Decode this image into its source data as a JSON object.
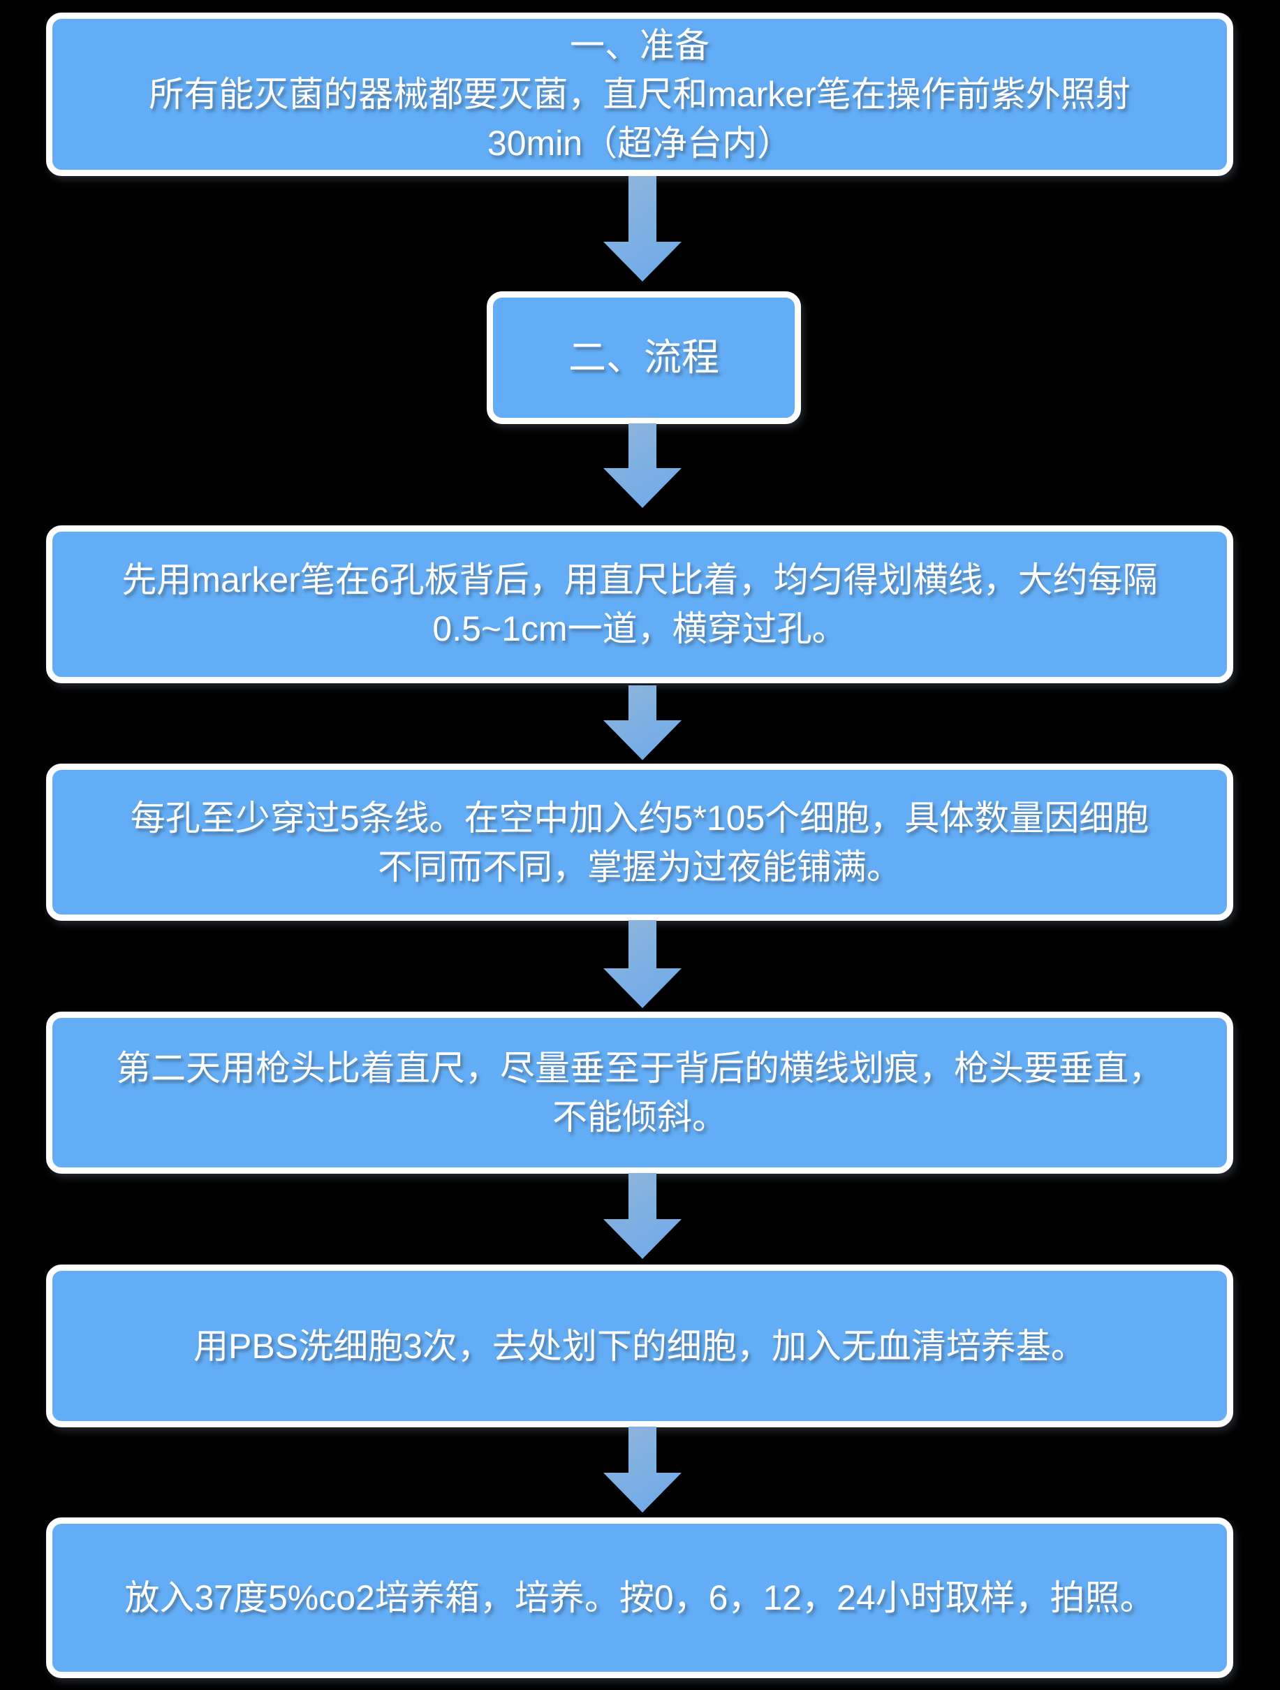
{
  "diagram": {
    "type": "flowchart",
    "background_color": "#000000",
    "box_fill_color": "#62adf5",
    "box_border_color": "#ffffff",
    "text_color": "#ffffff",
    "arrow_gradient_start": "#93b5da",
    "arrow_gradient_end": "#6fa9ea",
    "arrow_direction": "down",
    "steps": [
      {
        "name": "step-1-preparation",
        "lines": [
          "一、准备",
          "所有能灭菌的器械都要灭菌，直尺和marker笔在操作前紫外照射",
          "30min（超净台内）"
        ]
      },
      {
        "name": "step-2-process-title",
        "lines": [
          "二、流程"
        ]
      },
      {
        "name": "step-3-draw-lines",
        "lines": [
          "先用marker笔在6孔板背后，用直尺比着，均匀得划横线，大约每隔",
          "0.5~1cm一道，横穿过孔。"
        ]
      },
      {
        "name": "step-4-seed-cells",
        "lines": [
          "每孔至少穿过5条线。在空中加入约5*105个细胞，具体数量因细胞",
          "不同而不同，掌握为过夜能铺满。"
        ]
      },
      {
        "name": "step-5-scratch",
        "lines": [
          "第二天用枪头比着直尺，尽量垂至于背后的横线划痕，枪头要垂直，",
          "不能倾斜。"
        ]
      },
      {
        "name": "step-6-wash",
        "lines": [
          "用PBS洗细胞3次，去处划下的细胞，加入无血清培养基。"
        ]
      },
      {
        "name": "step-7-incubate",
        "lines": [
          "放入37度5%co2培养箱，培养。按0，6，12，24小时取样，拍照。"
        ]
      }
    ]
  }
}
